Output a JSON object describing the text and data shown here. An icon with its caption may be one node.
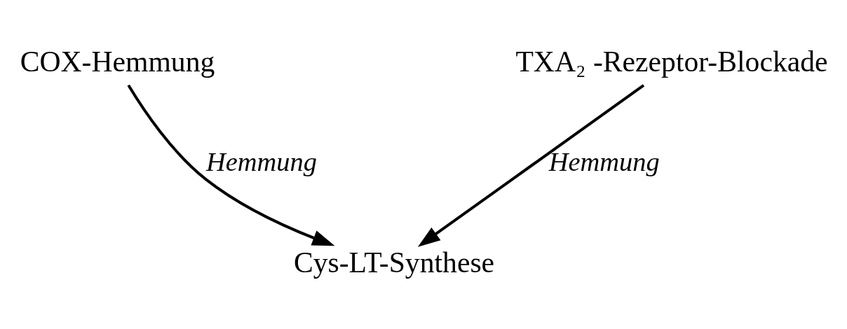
{
  "diagram": {
    "nodes": [
      {
        "text": [
          "COX-Hemmung"
        ]
      },
      {
        "text": [
          "TXA₂ -Rezeptor-Blockade"
        ]
      },
      {
        "text": [
          "Cys-LT-Synthese"
        ]
      }
    ],
    "edges": [
      {
        "from": 0,
        "to": 2,
        "arrow": "to",
        "label": "Hemmung"
      },
      {
        "from": 1,
        "to": 2,
        "arrow": "to",
        "label": "Hemmung"
      }
    ]
  }
}
